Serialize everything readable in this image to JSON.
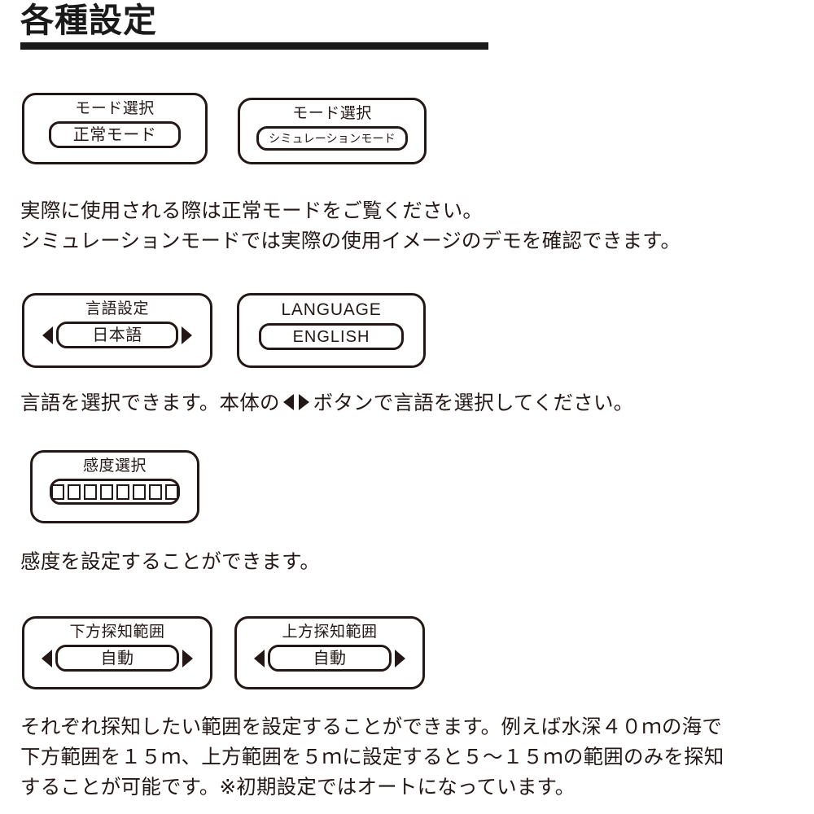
{
  "page": {
    "title": "各種設定"
  },
  "groups": [
    {
      "name": "mode-select",
      "panels": [
        {
          "label": "モード選択",
          "value": "正常モード",
          "arrows": false,
          "value_style": "normal"
        },
        {
          "label": "モード選択",
          "value": "シミュレーションモード",
          "arrows": false,
          "value_style": "small"
        }
      ],
      "description": "実際に使用される際は正常モードをご覧ください。\nシミュレーションモードでは実際の使用イメージのデモを確認できます。"
    },
    {
      "name": "language-select",
      "panels": [
        {
          "label": "言語設定",
          "value": "日本語",
          "arrows": true,
          "value_style": "normal"
        },
        {
          "label": "LANGUAGE",
          "value": "ENGLISH",
          "arrows": false,
          "value_style": "latin"
        }
      ],
      "description_parts": {
        "before": "言語を選択できます。本体の",
        "after": "ボタンで言語を選択してください。"
      }
    },
    {
      "name": "sensitivity-select",
      "panels": [
        {
          "label": "感度選択",
          "segments": 8,
          "arrows": false
        }
      ],
      "description": "感度を設定することができます。"
    },
    {
      "name": "detection-range",
      "panels": [
        {
          "label": "下方探知範囲",
          "value": "自動",
          "arrows": true,
          "value_style": "normal"
        },
        {
          "label": "上方探知範囲",
          "value": "自動",
          "arrows": true,
          "value_style": "normal"
        }
      ],
      "description": "それぞれ探知したい範囲を設定することができます。例えば水深４０ｍの海で\n下方範囲を１５ｍ、上方範囲を５ｍに設定すると５〜１５ｍの範囲のみを探知\nすることが可能です。※初期設定ではオートになっています。"
    }
  ],
  "colors": {
    "ink": "#231815",
    "title_ink": "#1a1a1a",
    "background": "#ffffff"
  }
}
